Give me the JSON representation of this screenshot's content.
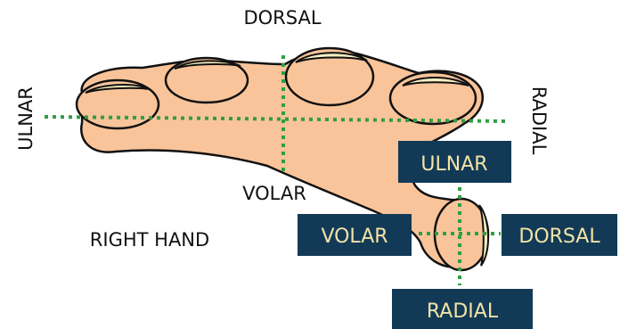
{
  "diagram": {
    "labels": {
      "top_dorsal": "DORSAL",
      "left_ulnar": "ULNAR",
      "right_radial": "RADIAL",
      "mid_volar": "VOLAR",
      "hand_side": "RIGHT HAND"
    },
    "boxes": {
      "ulnar": "ULNAR",
      "volar": "VOLAR",
      "dorsal": "DORSAL",
      "radial": "RADIAL"
    },
    "colors": {
      "skin": "#f9c49a",
      "outline": "#111111",
      "nail": "#f6efc0",
      "dotted_line": "#2f9e44",
      "box_fill": "#123a57",
      "box_text": "#f3e3a6"
    }
  }
}
